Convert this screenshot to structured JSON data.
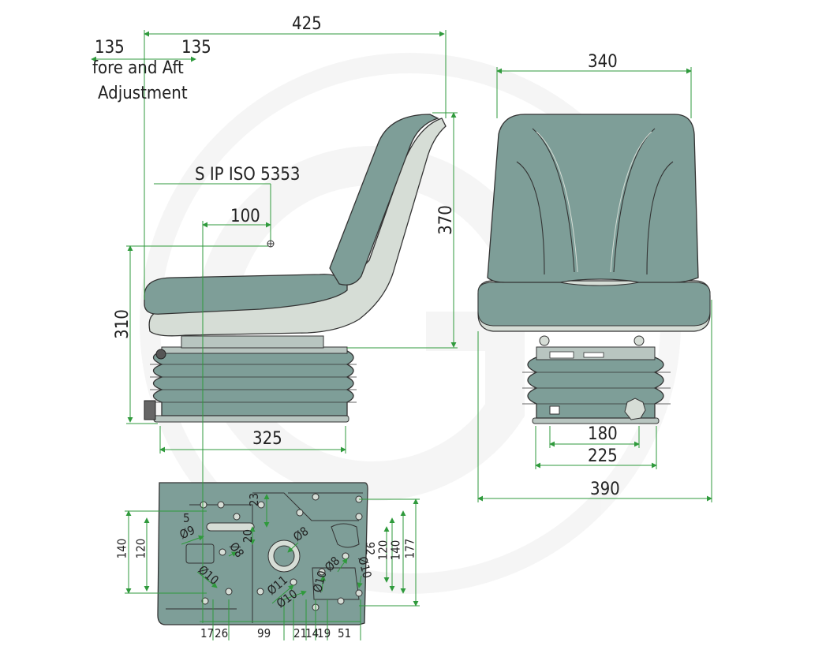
{
  "labels": {
    "dim_425": "425",
    "fore_aft_1": "135",
    "fore_aft_2": "135",
    "fore_aft_text_1": "fore and Aft",
    "fore_aft_text_2": "Adjustment",
    "standard": "S IP ISO 5353",
    "dim_100": "100",
    "dim_310": "310",
    "dim_325": "325",
    "dim_370": "370",
    "dim_340": "340",
    "dim_180": "180",
    "dim_225": "225",
    "dim_390": "390",
    "base_23": "23",
    "base_5": "5",
    "base_d9": "Ø9",
    "base_20": "20",
    "base_d8": "Ø8",
    "base_d8b": "Ø8",
    "base_d10a": "Ø10",
    "base_d10b": "Ø10",
    "base_d10c": "Ø10",
    "base_d10d": "Ø10",
    "base_d11": "Ø11",
    "base_l140": "140",
    "base_l120": "120",
    "base_r92": "92",
    "base_r120": "120",
    "base_r140": "140",
    "base_r177": "177",
    "base_b17": "17",
    "base_b26": "26",
    "base_b99": "99",
    "base_b21": "21",
    "base_b14": "14",
    "base_b19": "19",
    "base_b51": "51"
  },
  "colors": {
    "seat_fill": "#7e9e98",
    "seat_edge": "#d6ddd6",
    "dim_line": "#2f9a3c",
    "text": "#222222"
  }
}
